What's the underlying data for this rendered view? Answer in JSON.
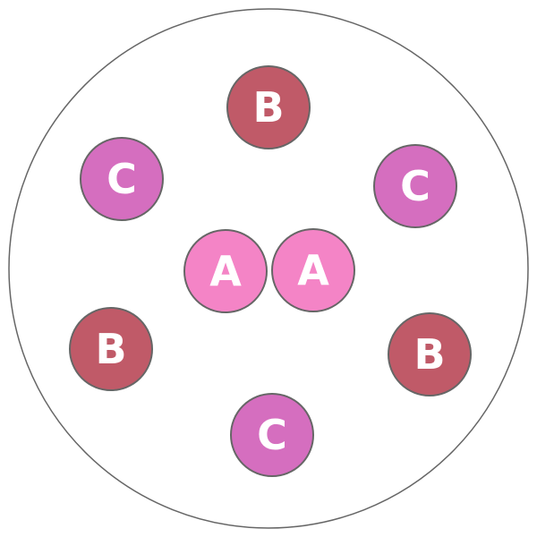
{
  "colors": {
    "A": "#f484c6",
    "B": "#c05a68",
    "C": "#d56ebf",
    "stroke": "#666666"
  },
  "nodes": [
    {
      "label": "B",
      "type": "B"
    },
    {
      "label": "C",
      "type": "C"
    },
    {
      "label": "C",
      "type": "C"
    },
    {
      "label": "A",
      "type": "A"
    },
    {
      "label": "A",
      "type": "A"
    },
    {
      "label": "B",
      "type": "B"
    },
    {
      "label": "B",
      "type": "B"
    },
    {
      "label": "C",
      "type": "C"
    }
  ]
}
